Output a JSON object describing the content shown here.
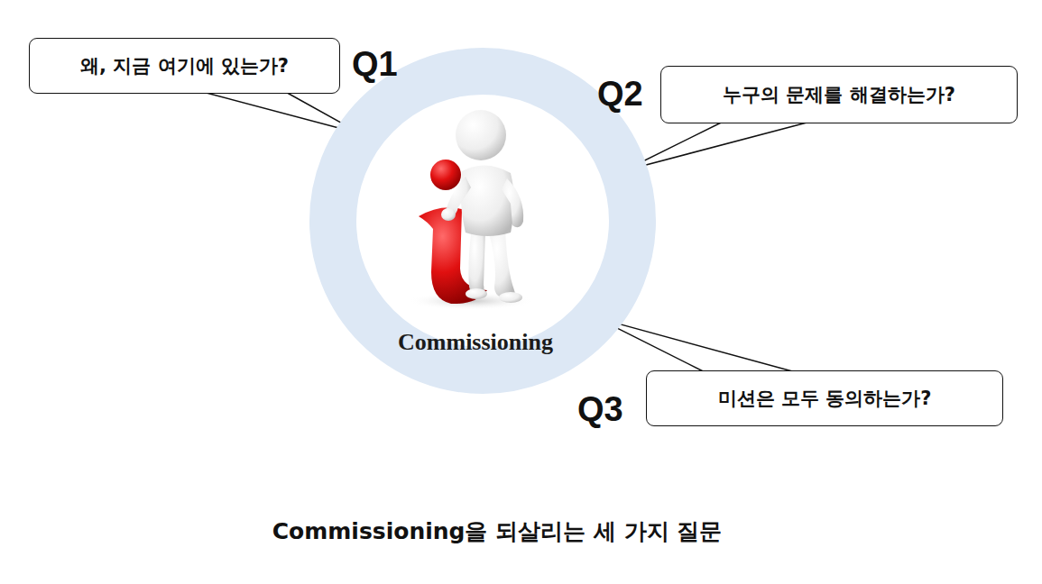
{
  "diagram": {
    "caption": "Commissioning을 되살리는 세 가지 질문",
    "nodes": [
      {
        "text": [
          "Commissioning"
        ]
      },
      {
        "text": [
          "왜, 지금 여기에 있는가?"
        ]
      },
      {
        "text": [
          "누구의 문제를 해결하는가?"
        ]
      },
      {
        "text": [
          "미션은 모두 동의하는가?"
        ]
      }
    ],
    "edges": [
      {
        "from": 1,
        "to": 0,
        "arrow": "none"
      },
      {
        "from": 2,
        "to": 0,
        "arrow": "none"
      },
      {
        "from": 3,
        "to": 0,
        "arrow": "none"
      }
    ],
    "labels": [
      "Q1",
      "Q2",
      "Q3"
    ]
  }
}
